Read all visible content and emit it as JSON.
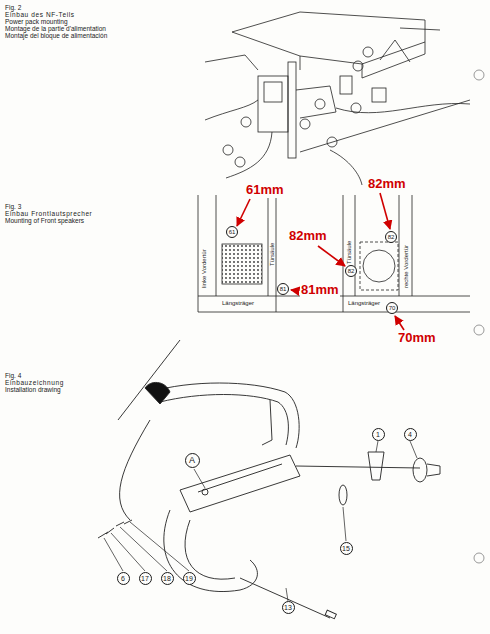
{
  "diagram": {
    "nodes": [
      {
        "text": [
          "61"
        ]
      },
      {
        "text": [
          "82"
        ]
      },
      {
        "text": [
          "82"
        ]
      },
      {
        "text": [
          "81"
        ]
      },
      {
        "text": [
          "70"
        ]
      },
      {
        "text": [
          "1"
        ]
      },
      {
        "text": [
          "4"
        ]
      },
      {
        "text": [
          "A"
        ]
      },
      {
        "text": [
          "15"
        ]
      },
      {
        "text": [
          "6"
        ]
      },
      {
        "text": [
          "17"
        ]
      },
      {
        "text": [
          "18"
        ]
      },
      {
        "text": [
          "19"
        ]
      },
      {
        "text": [
          "13"
        ]
      }
    ],
    "labels": [
      "Fig. 2",
      "Einbau des NF-Teils",
      "Power pack mounting",
      "Montage de la partie d'alimentation",
      "Montaje del bloque de alimentación",
      "Fig. 3",
      "Einbau Frontlautsprecher",
      "Mounting of Front speakers",
      "61mm",
      "82mm",
      "linke Vordertür",
      "Türsäule",
      "82mm",
      "81mm",
      "Türsäule",
      "rechte Vordertür",
      "Längsträger",
      "Längsträger",
      "70mm",
      "Fig. 4",
      "Einbauzeichnung",
      "Installation drawing"
    ]
  }
}
